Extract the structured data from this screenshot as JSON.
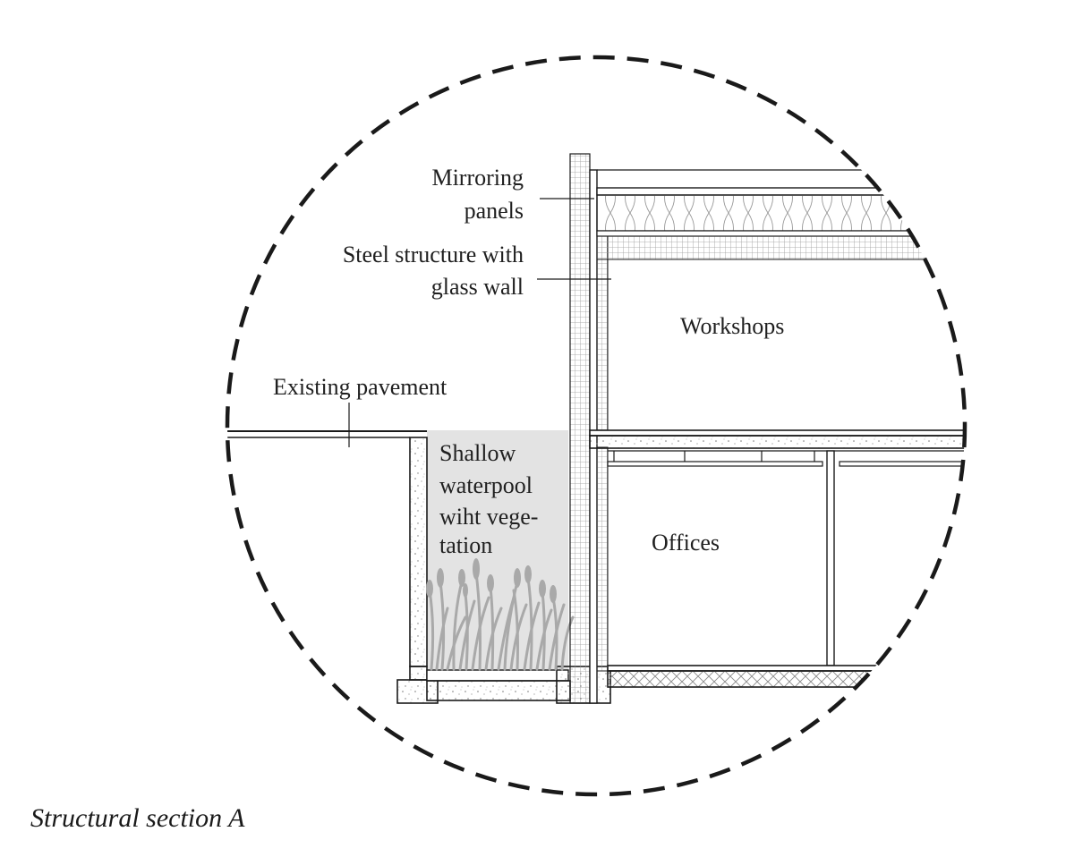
{
  "labels": {
    "mirroring_line1": "Mirroring",
    "mirroring_line2": "panels",
    "steel_line1": "Steel structure with",
    "steel_line2": "glass wall",
    "workshops": "Workshops",
    "existing_pavement": "Existing pavement",
    "pool_line1": "Shallow",
    "pool_line2": "waterpool",
    "pool_line3": "wiht vege-",
    "pool_line4": "tation",
    "offices": "Offices"
  },
  "caption": "Structural section A",
  "colors": {
    "line": "#1a1a1a",
    "pool_fill": "#e3e3e3",
    "vegetation": "#a9a9a9",
    "hatch": "#9a9a9a"
  }
}
